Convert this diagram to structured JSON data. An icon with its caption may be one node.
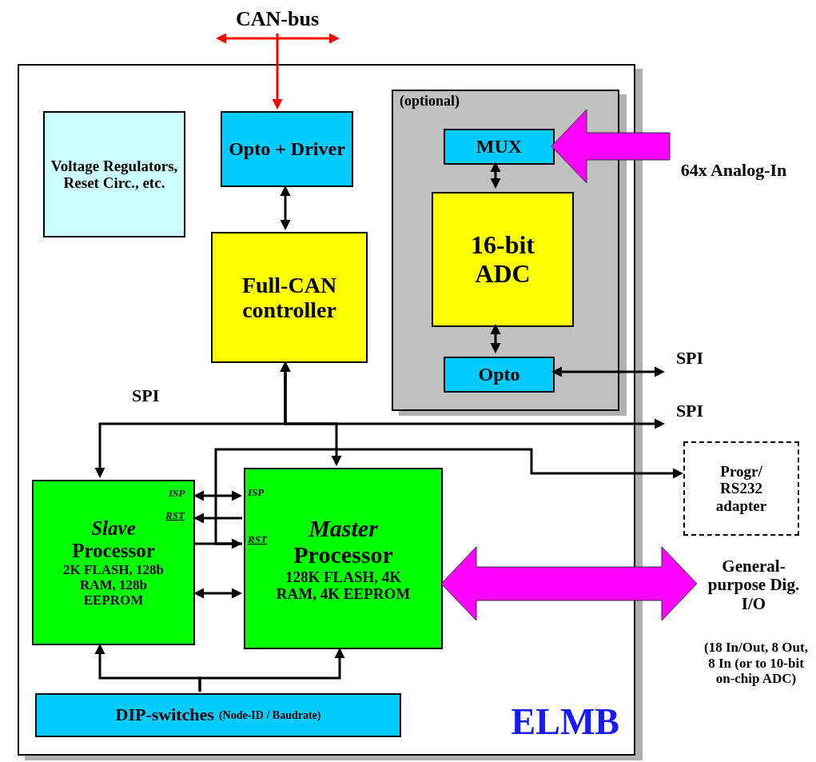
{
  "diagram": {
    "nodes": [
      {
        "text": [
          "ELMB"
        ]
      },
      {
        "text": [
          "Voltage Regulators, Reset Circ., etc."
        ],
        "in": 0
      },
      {
        "text": [
          "Opto + Driver"
        ],
        "in": 0
      },
      {
        "text": [
          "Full-CAN controller"
        ],
        "in": 0
      },
      {
        "text": [
          "(optional)"
        ],
        "in": 0
      },
      {
        "text": [
          "MUX"
        ],
        "in": 4
      },
      {
        "text": [
          "16-bit ADC"
        ],
        "in": 4
      },
      {
        "text": [
          "Opto"
        ],
        "in": 4
      },
      {
        "text": [
          "*Slave* Processor",
          "2K FLASH, 128b RAM, 128b EEPROM"
        ],
        "in": 0
      },
      {
        "text": [
          "*Master* Processor",
          "128K FLASH, 4K RAM, 4K EEPROM"
        ],
        "in": 0
      },
      {
        "text": [
          "DIP-switches",
          "(Node-ID / Baudrate)"
        ],
        "in": 0
      },
      {
        "text": [
          "Progr/ RS232 adapter"
        ]
      },
      {
        "text": [
          "CAN-bus"
        ]
      },
      {
        "text": [
          "64x Analog-In"
        ]
      },
      {
        "text": [
          "SPI"
        ]
      },
      {
        "text": [
          "SPI"
        ]
      },
      {
        "text": [
          "General-purpose Dig. I/O"
        ],
        "beside": [
          "(18 In/Out, 8 Out, 8 In (or to 10-bit on-chip ADC)"
        ]
      }
    ],
    "edges": [
      {
        "from": 12,
        "to": 2,
        "arrow": "to",
        "color": "#ff0000"
      },
      {
        "from": 2,
        "to": 3,
        "arrow": "both"
      },
      {
        "from": 5,
        "to": 6,
        "arrow": "both"
      },
      {
        "from": 6,
        "to": 7,
        "arrow": "both"
      },
      {
        "from": 13,
        "to": 5,
        "arrow": "to",
        "style": "thick",
        "color": "#ff00ff"
      },
      {
        "from": 7,
        "to": 14,
        "arrow": "both"
      },
      {
        "from": 3,
        "to": 8,
        "arrow": "both"
      },
      {
        "from": 3,
        "to": 9,
        "arrow": "both"
      },
      {
        "from": 3,
        "to": 15,
        "arrow": "both"
      },
      {
        "from": 8,
        "to": 9,
        "arrow": "both"
      },
      {
        "from": 9,
        "to": 8,
        "arrow": "to"
      },
      {
        "from": 8,
        "to": 9,
        "arrow": "to"
      },
      {
        "from": 8,
        "to": 9,
        "arrow": "both"
      },
      {
        "from": 9,
        "to": 11,
        "arrow": "to"
      },
      {
        "from": 10,
        "to": 8,
        "arrow": "to"
      },
      {
        "from": 10,
        "to": 9,
        "arrow": "to"
      },
      {
        "from": 9,
        "to": 16,
        "arrow": "both",
        "style": "thick",
        "color": "#ff00ff"
      }
    ],
    "labels": [
      "SPI",
      "ISP",
      "ISP",
      "RST",
      "RST"
    ]
  }
}
